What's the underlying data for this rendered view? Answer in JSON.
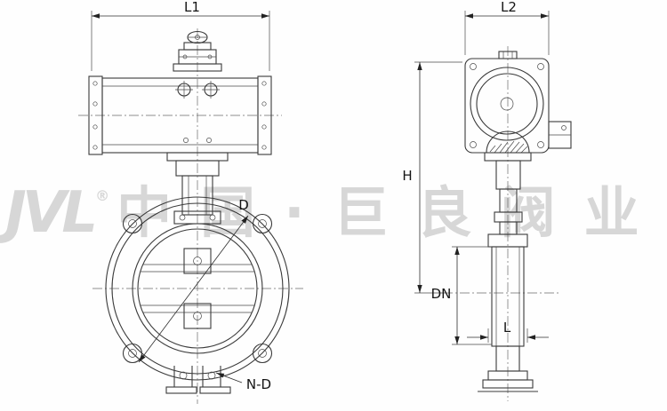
{
  "watermark": {
    "logo": "JVL",
    "registered": "®",
    "text": "中国·巨良阀业"
  },
  "dimensions": {
    "l1": "L1",
    "l2": "L2",
    "d": "D",
    "n_d": "N-D",
    "h": "H",
    "dn": "DN",
    "l": "L"
  }
}
